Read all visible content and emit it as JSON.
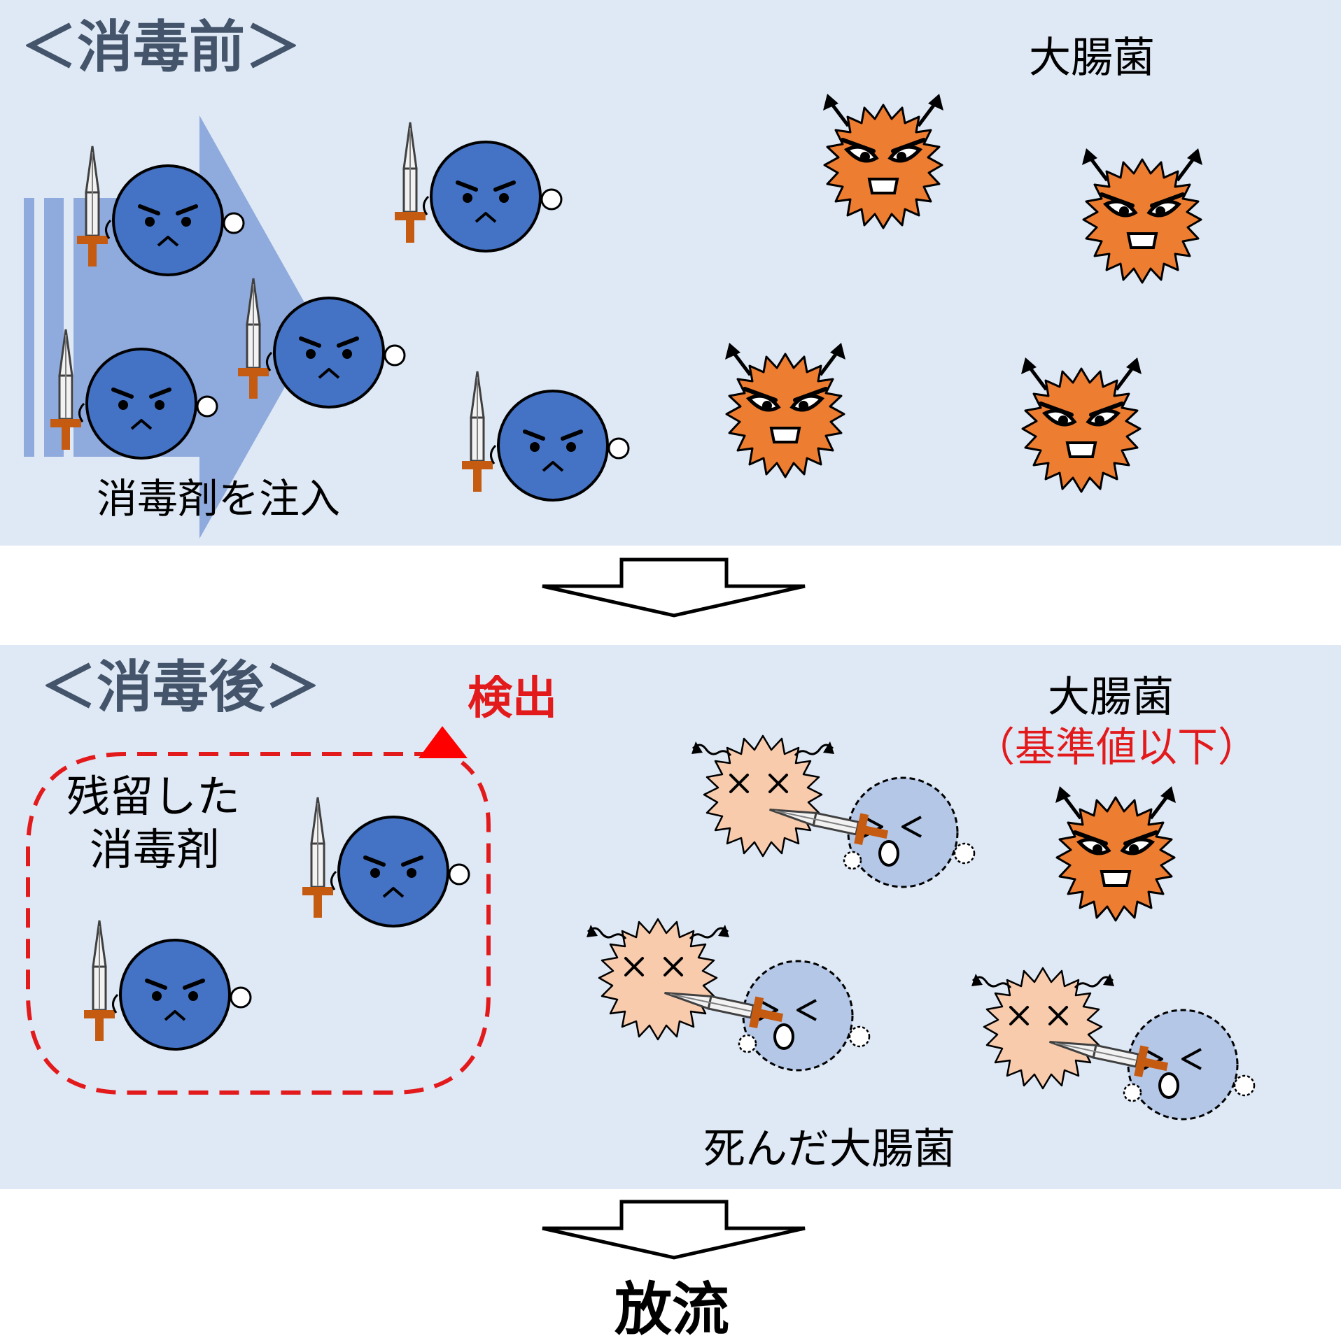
{
  "before": {
    "title": "＜消毒前＞",
    "ecoli_label": "大腸菌",
    "inject_label": "消毒剤を注入"
  },
  "after": {
    "title": "＜消毒後＞",
    "detect_label": "検出",
    "ecoli_label": "大腸菌",
    "ecoli_note": "（基準値以下）",
    "residual_label_line1": "残留した",
    "residual_label_line2": "消毒剤",
    "dead_label": "死んだ大腸菌"
  },
  "discharge_label": "放流",
  "colors": {
    "panel_bg": "#dfe9f5",
    "disinfectant_blue": "#4472c4",
    "dead_blue": "#b4c7e7",
    "ecoli_orange": "#ed7d31",
    "dead_orange": "#f8cbad",
    "sword_handle": "#c55a11",
    "accent_red": "#e31a1c",
    "title_gray": "#44546a",
    "flow_arrow": "#8faadc"
  }
}
